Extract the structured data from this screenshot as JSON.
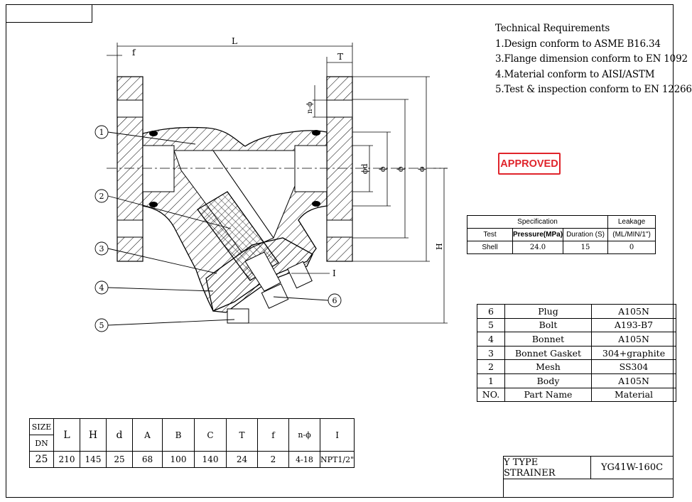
{
  "technical_requirements": {
    "heading": "Technical Requirements",
    "items": [
      "1.Design conform to ASME B16.34",
      "3.Flange dimension conform to EN 1092",
      "4.Material conform to AISI/ASTM",
      "5.Test & inspection conform to EN 12266"
    ]
  },
  "stamp": {
    "text": "APPROVED",
    "color": "#e0242b"
  },
  "specification": {
    "title": "Specification",
    "leakage_title": "Leakage",
    "headers": [
      "Test",
      "Pressure(MPa)",
      "Duration (S)",
      "(ML/MIN/1\")"
    ],
    "row": [
      "Shell",
      "24.0",
      "15",
      "0"
    ]
  },
  "parts": [
    {
      "no": "6",
      "name": "Plug",
      "material": "A105N"
    },
    {
      "no": "5",
      "name": "Bolt",
      "material": "A193-B7"
    },
    {
      "no": "4",
      "name": "Bonnet",
      "material": "A105N"
    },
    {
      "no": "3",
      "name": "Bonnet Gasket",
      "material": "304+graphite"
    },
    {
      "no": "2",
      "name": "Mesh",
      "material": "SS304"
    },
    {
      "no": "1",
      "name": "Body",
      "material": "A105N"
    }
  ],
  "parts_header": {
    "no": "NO.",
    "name": "Part Name",
    "material": "Material"
  },
  "dimensions": {
    "size_label": "SIZE",
    "dn_label": "DN",
    "headers": [
      "L",
      "H",
      "d",
      "A",
      "B",
      "C",
      "T",
      "f",
      "n-ϕ",
      "I"
    ],
    "row": {
      "dn": "25",
      "values": [
        "210",
        "145",
        "25",
        "68",
        "100",
        "140",
        "24",
        "2",
        "4-18",
        "NPT1/2\""
      ]
    }
  },
  "title_block": {
    "name": "Y TYPE STRAINER",
    "model": "YG41W-160C"
  },
  "drawing": {
    "dim_L": "L",
    "dim_f": "f",
    "dim_T": "T",
    "dim_H": "H",
    "dim_I": "I",
    "dim_nphi": "n-ϕ",
    "dim_phi_d": "ϕd",
    "dim_phi": "ϕ",
    "callouts": [
      "1",
      "2",
      "3",
      "4",
      "5",
      "6"
    ]
  }
}
